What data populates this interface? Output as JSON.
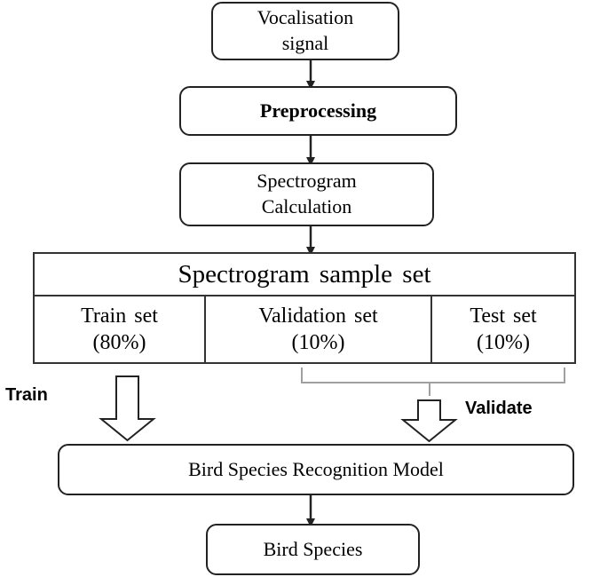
{
  "nodes": {
    "vocalisation": "Vocalisation\nsignal",
    "preprocessing": "Preprocessing",
    "spectrogram": "Spectrogram\nCalculation",
    "model": "Bird Species Recognition Model",
    "species": "Bird Species"
  },
  "sample_set": {
    "title": "Spectrogram sample set",
    "train": {
      "label": "Train set",
      "pct": "(80%)"
    },
    "validation": {
      "label": "Validation set",
      "pct": "(10%)"
    },
    "test": {
      "label": "Test set",
      "pct": "(10%)"
    }
  },
  "edge_labels": {
    "train": "Train",
    "validate": "Validate"
  },
  "colors": {
    "line": "#222222",
    "bracket": "#a0a0a0"
  }
}
